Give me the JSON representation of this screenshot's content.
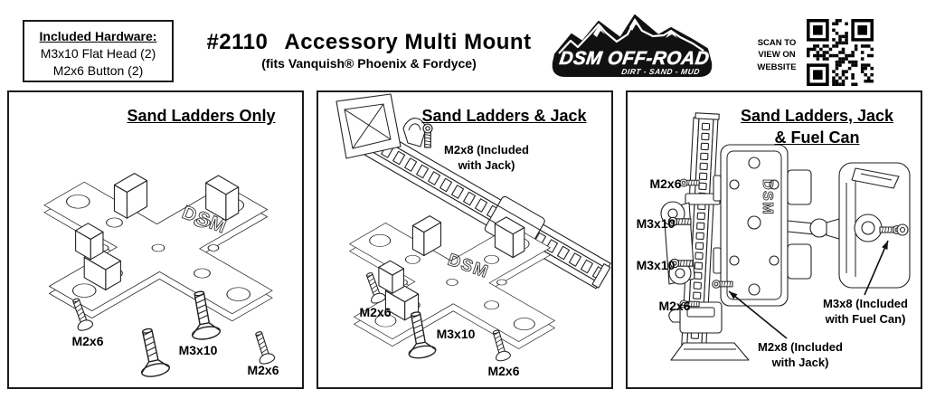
{
  "colors": {
    "ink": "#000000",
    "paper": "#ffffff",
    "line_art": "#222222"
  },
  "header": {
    "hardware": {
      "title": "Included Hardware:",
      "items": [
        "M3x10 Flat Head (2)",
        "M2x6 Button (2)"
      ]
    },
    "product_number": "#2110",
    "product_name": "Accessory Multi Mount",
    "fitment": "(fits Vanquish® Phoenix & Fordyce)",
    "logo": {
      "brand": "DSM OFF-ROAD",
      "tagline": "DIRT - SAND - MUD",
      "icon": "mountains-icon"
    },
    "qr": {
      "lines": [
        "SCAN TO",
        "VIEW ON",
        "WEBSITE"
      ]
    }
  },
  "panels": [
    {
      "title": "Sand Ladders Only",
      "plate_text": "DSM",
      "labels": [
        "M2x6",
        "M3x10",
        "M2x6"
      ]
    },
    {
      "title": "Sand Ladders & Jack",
      "plate_text": "DSM",
      "callout": {
        "line1": "M2x8 (Included",
        "line2": "with Jack)"
      },
      "labels": [
        "M2x6",
        "M3x10",
        "M2x6"
      ]
    },
    {
      "title_line1": "Sand Ladders, Jack",
      "title_line2": "& Fuel Can",
      "plate_text": "DSM",
      "labels": [
        "M2x6",
        "M3x10",
        "M3x10",
        "M2x6"
      ],
      "callouts": [
        {
          "line1": "M3x8 (Included",
          "line2": "with Fuel Can)"
        },
        {
          "line1": "M2x8 (Included",
          "line2": "with Jack)"
        }
      ]
    }
  ]
}
